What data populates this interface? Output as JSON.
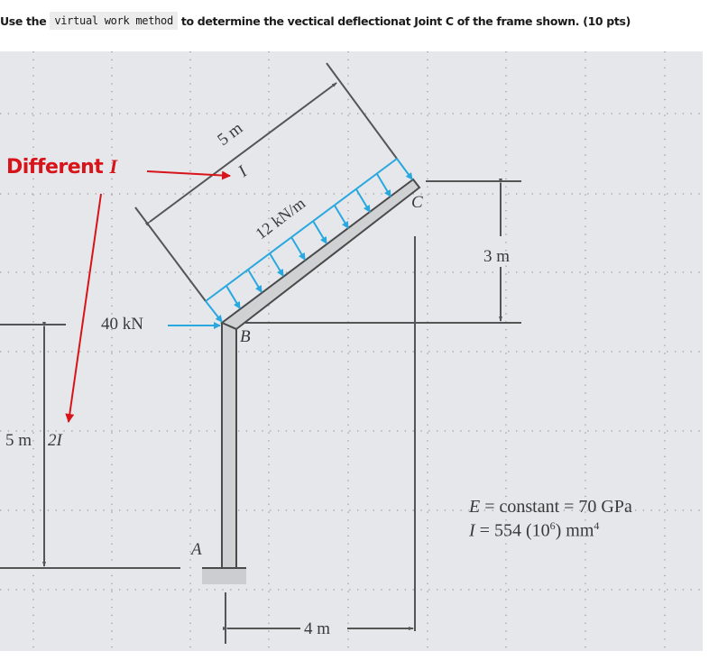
{
  "question": {
    "prefix": "Use the",
    "code": "virtual work method",
    "suffix": "to determine the vectical deflectionat Joint C of the frame shown. (10 pts)"
  },
  "annotation": {
    "label": "Different",
    "label_italic": "I",
    "color": "#d7141a"
  },
  "diagram": {
    "colors": {
      "background": "#e6e7ea",
      "grid": "#9a9a9a",
      "member_fill": "#cfd1d3",
      "member_stroke": "#4a4a4a",
      "load": "#29a8e0",
      "dimension": "#555555"
    },
    "inclined_member": {
      "length_label": "5 m",
      "inertia_label": "I",
      "load_label": "12 kN/m"
    },
    "column": {
      "height_label": "5 m",
      "inertia_label": "2I"
    },
    "horizontal_load": "40 kN",
    "joints": {
      "a": "A",
      "b": "B",
      "c": "C"
    },
    "rise_label": "3 m",
    "span_label": "4 m",
    "properties": {
      "e_symbol": "E",
      "e_text": "= constant = 70 GPa",
      "i_symbol": "I",
      "i_text_a": "= 554 (10",
      "i_exp": "6",
      "i_text_b": ") mm",
      "i_unit_exp": "4"
    }
  }
}
